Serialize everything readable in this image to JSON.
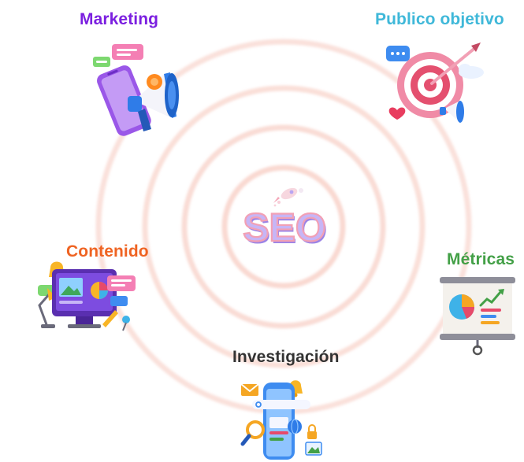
{
  "center": {
    "logo_text": "SEO",
    "icon": "rocket-icon"
  },
  "topics": {
    "marketing": {
      "label": "Marketing",
      "color": "#7B1FE0",
      "icon": "megaphone-phone-icon"
    },
    "publico": {
      "label": "Publico objetivo",
      "color": "#3FB8D9",
      "icon": "target-dart-icon"
    },
    "contenido": {
      "label": "Contenido",
      "color": "#EF6322",
      "icon": "monitor-content-icon"
    },
    "metricas": {
      "label": "Métricas",
      "color": "#43A047",
      "icon": "presentation-board-chart-icon"
    },
    "investigacion": {
      "label": "Investigación",
      "color": "#333333",
      "icon": "phone-search-icon"
    }
  },
  "colors": {
    "rings": "#F6C9BE",
    "seo_fill": "#B9A5F2",
    "seo_outline": "#F2A0B5"
  }
}
